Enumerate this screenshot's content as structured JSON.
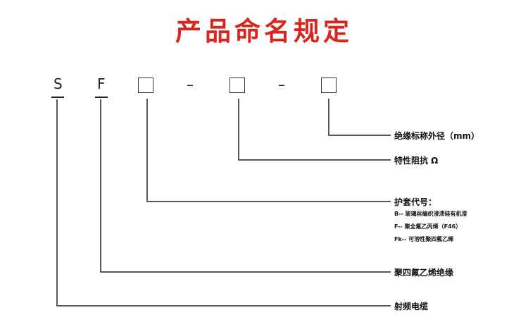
{
  "title": "产品命名规定",
  "code": {
    "letter1": "S",
    "letter2": "F",
    "dash1": "–",
    "dash2": "–"
  },
  "labels": {
    "insulation_od": "绝缘标称外径（mm）",
    "impedance": "特性阻抗 Ω",
    "sheath_code": "护套代号：",
    "sheath_b": "B-- 玻璃丝编织浸渍硅有机漆",
    "sheath_f": "F-- 聚全氟乙丙烯（F46）",
    "sheath_fk": "Fk-- 可溶性聚四氟乙烯",
    "ptfe_insulation": "聚四氟乙烯绝缘",
    "rf_cable": "射频电缆"
  }
}
